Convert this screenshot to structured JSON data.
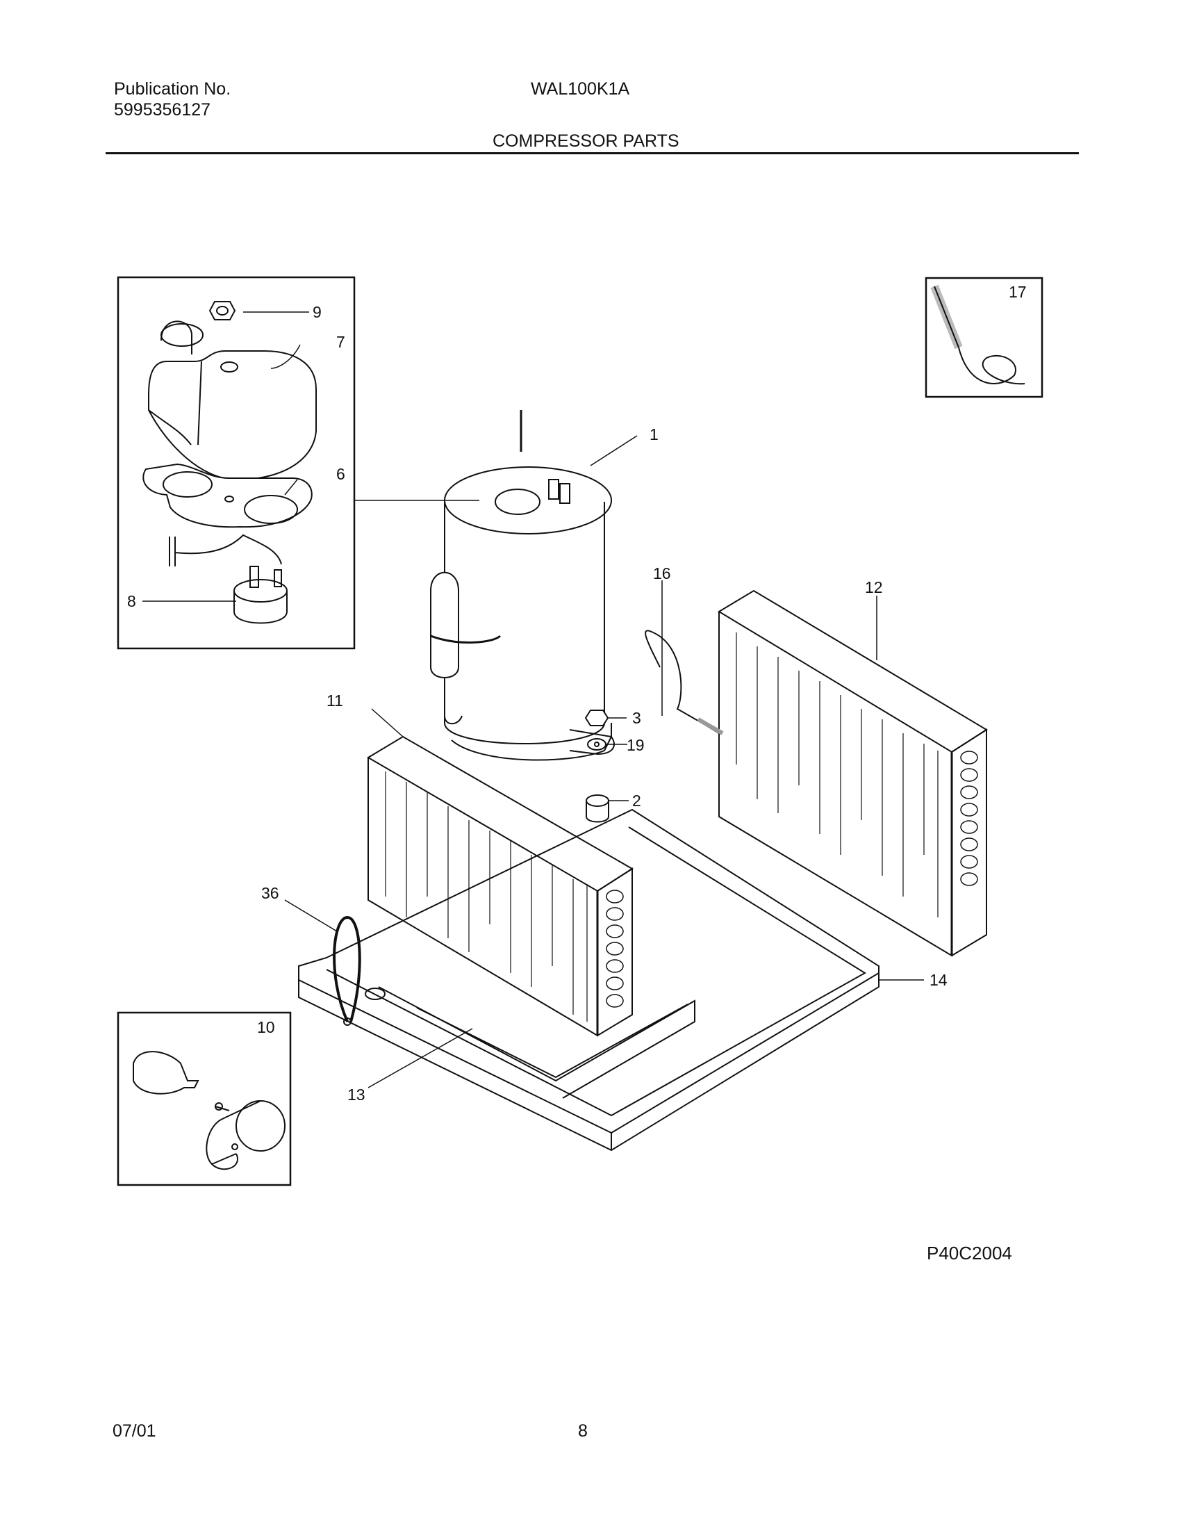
{
  "header": {
    "publication_label": "Publication No.",
    "publication_number": "5995356127",
    "model": "WAL100K1A",
    "section_title": "COMPRESSOR PARTS"
  },
  "callouts": {
    "c1": "1",
    "c2": "2",
    "c3": "3",
    "c6": "6",
    "c7": "7",
    "c8": "8",
    "c9": "9",
    "c10": "10",
    "c11": "11",
    "c12": "12",
    "c13": "13",
    "c14": "14",
    "c16": "16",
    "c17": "17",
    "c19": "19",
    "c36": "36"
  },
  "figure_code": "P40C2004",
  "footer": {
    "date": "07/01",
    "page": "8"
  }
}
